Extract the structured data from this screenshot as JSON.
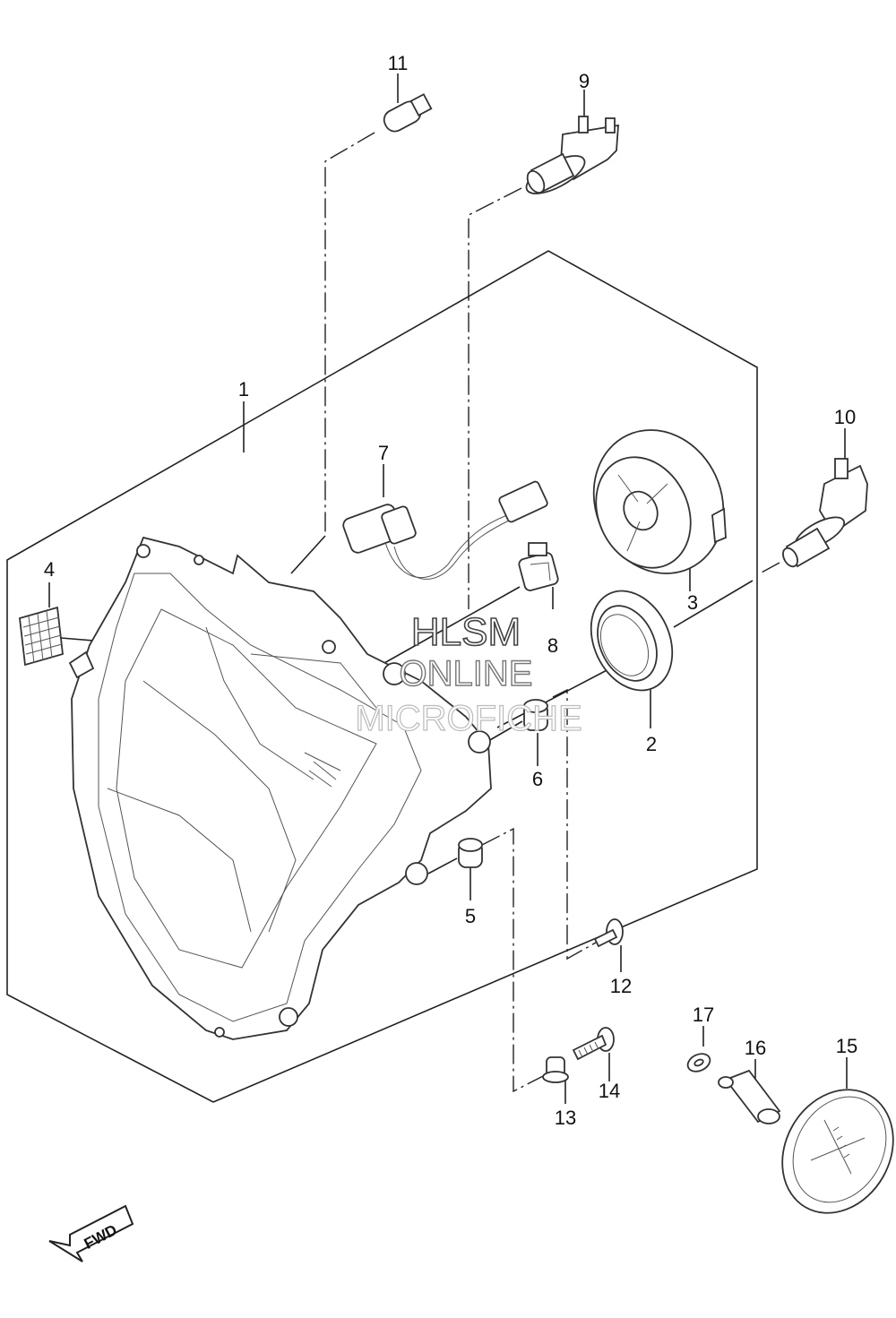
{
  "callouts": {
    "c1": "1",
    "c2": "2",
    "c3": "3",
    "c4": "4",
    "c5": "5",
    "c6": "6",
    "c7": "7",
    "c8": "8",
    "c9": "9",
    "c10": "10",
    "c11": "11",
    "c12": "12",
    "c13": "13",
    "c14": "14",
    "c15": "15",
    "c16": "16",
    "c17": "17"
  },
  "watermark": {
    "line1": "HLSM",
    "line2": "ONLINE",
    "line3": "MICROFICHE"
  },
  "direction_marker": "FWD"
}
